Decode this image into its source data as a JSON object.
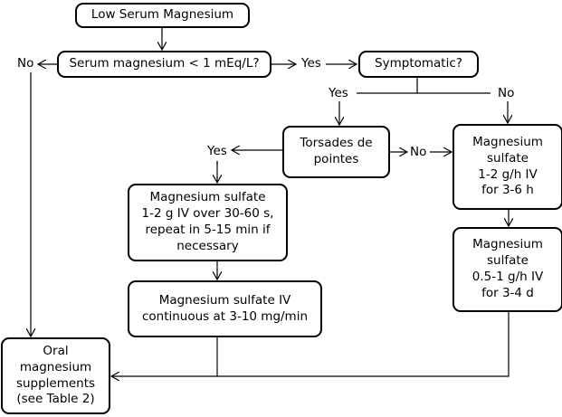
{
  "nodes": {
    "start": "Low Serum Magnesium",
    "q_serum": "Serum magnesium < 1 mEq/L?",
    "q_symptomatic": "Symptomatic?",
    "q_torsades": "Torsades de\npointes",
    "mg_bolus": "Magnesium sulfate\n1-2 g IV over 30-60 s,\nrepeat in 5-15 min if\nnecessary",
    "mg_continuous": "Magnesium sulfate IV\ncontinuous at 3-10 mg/min",
    "mg_1_2": "Magnesium\nsulfate\n1-2 g/h IV\nfor 3-6 h",
    "mg_05_1": "Magnesium\nsulfate\n0.5-1 g/h IV\nfor 3-4 d",
    "oral": "Oral\nmagnesium\nsupplements\n(see Table 2)"
  },
  "edge_labels": {
    "serum_no": "No",
    "serum_yes": "Yes",
    "symptomatic_yes": "Yes",
    "symptomatic_no": "No",
    "torsades_yes": "Yes",
    "torsades_no": "No"
  }
}
